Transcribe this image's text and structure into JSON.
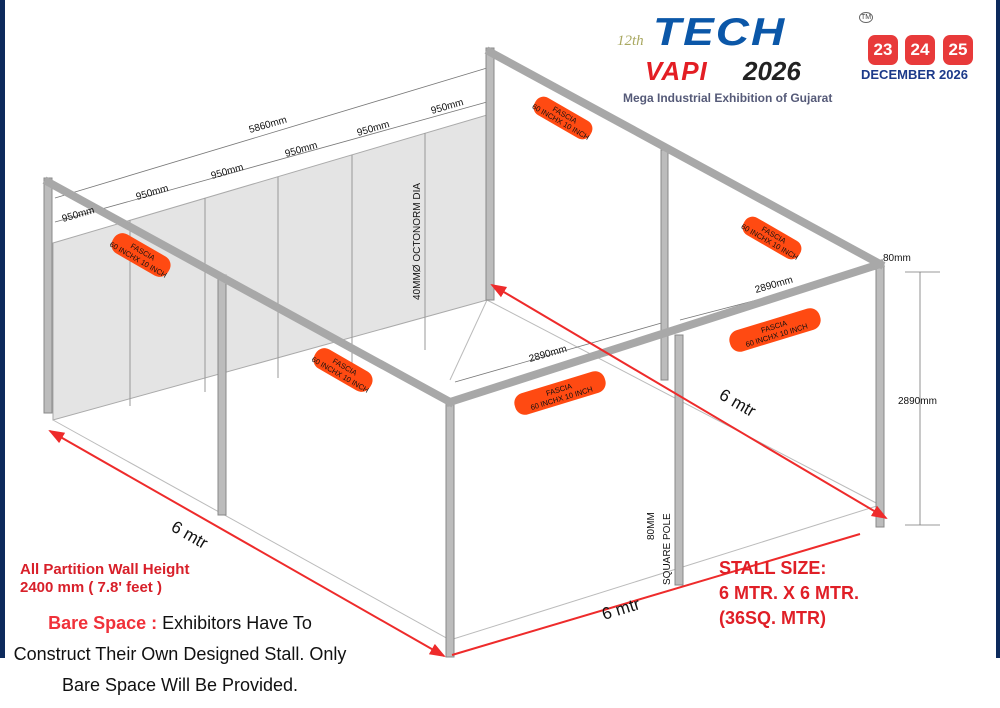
{
  "logo": {
    "edition": "12th",
    "tech": "TECH",
    "tm": "TM",
    "vapi": "VAPI",
    "year": "2026",
    "tagline": "Mega Industrial Exhibition of Gujarat",
    "days": [
      "23",
      "24",
      "25"
    ],
    "month": "DECEMBER 2026"
  },
  "dimensions": {
    "total_back": "5860mm",
    "panel": "950mm",
    "side_a": "2890mm",
    "side_b": "2890mm",
    "beam": "80mm",
    "height": "2890mm",
    "octonorm": "40MMØ OCTONORM DIA",
    "pole_line1": "80MM",
    "pole_line2": "SQUARE POLE",
    "left_length": "6 mtr",
    "front_length": "6 mtr",
    "diag_length": "6 mtr"
  },
  "fascia": {
    "line1": "FASCIA",
    "line2": "60 INCHX 10 INCH"
  },
  "notes": {
    "wall_line1": "All Partition Wall Height",
    "wall_line2": "2400 mm  ( 7.8' feet )",
    "bare_label": "Bare Space :",
    "bare_text1": " Exhibitors Have To Construct Their Own Designed Stall. Only Bare Space Will Be Provided.",
    "stall_line1": "STALL SIZE:",
    "stall_line2": "6 MTR. X 6 MTR.",
    "stall_line3": "(36SQ. MTR)"
  },
  "colors": {
    "fascia": "#ff4a12",
    "arrow": "#ee2b2b",
    "navy": "#0d2a5c"
  }
}
